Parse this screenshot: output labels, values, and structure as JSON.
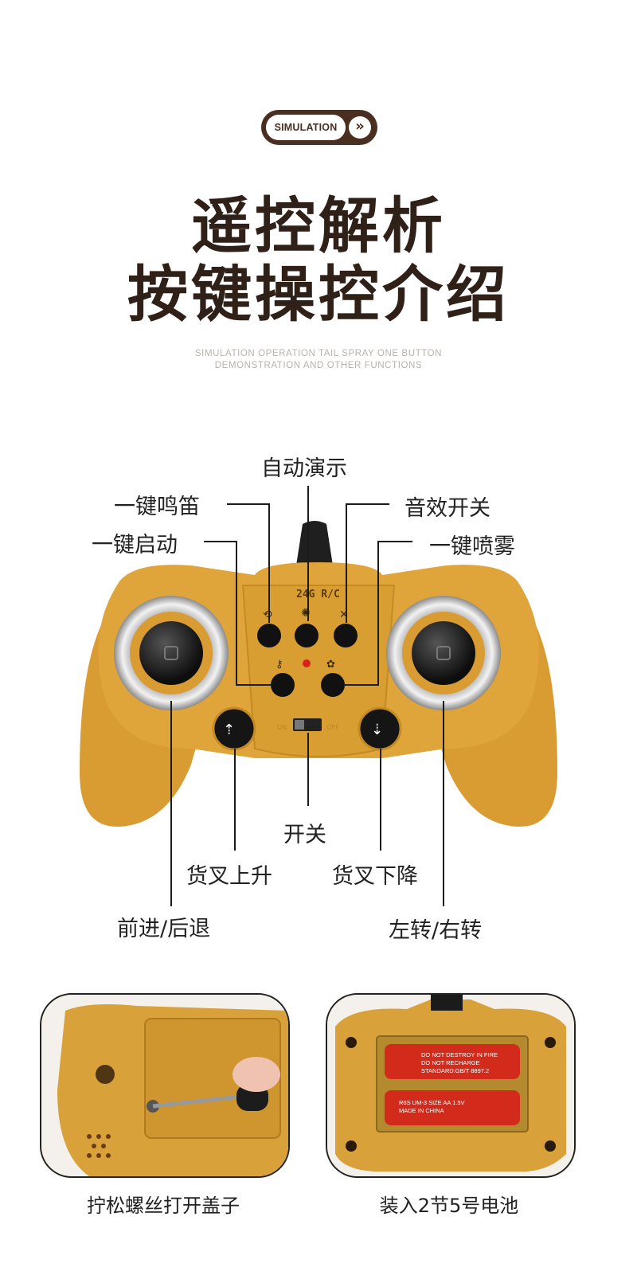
{
  "badge": {
    "label": "SIMULATION"
  },
  "title": {
    "line1": "遥控解析",
    "line2": "按键操控介绍"
  },
  "subtitle": {
    "line1": "SIMULATION OPERATION TAIL SPRAY ONE BUTTON",
    "line2": "DEMONSTRATION AND OTHER FUNCTIONS"
  },
  "controller": {
    "brand_text": "24G R/C",
    "switch_on": "ON",
    "switch_off": "OFF"
  },
  "callouts": {
    "auto_demo": "自动演示",
    "horn": "一键鸣笛",
    "sound_toggle": "音效开关",
    "start": "一键启动",
    "spray": "一键喷雾",
    "power": "开关",
    "fork_up": "货叉上升",
    "fork_down": "货叉下降",
    "forward_back": "前进/后退",
    "left_right": "左转/右转"
  },
  "photos": {
    "left_caption": "拧松螺丝打开盖子",
    "right_caption": "装入2节5号电池",
    "battery_text_1": "DO NOT DESTROY IN FIRE",
    "battery_text_2": "DO NOT RECHARGE",
    "battery_text_3": "STANDARD:GB/T 8897.2",
    "battery_text_4": "MADE IN CHINA",
    "battery_text_5": "R6S UM-3 SIZE AA 1.5V"
  },
  "colors": {
    "controller_body": "#e0a53a",
    "controller_shade": "#c98d27",
    "badge_brown": "#4a2e1f",
    "title_brown": "#2f2018",
    "battery_red": "#d22b1c"
  }
}
